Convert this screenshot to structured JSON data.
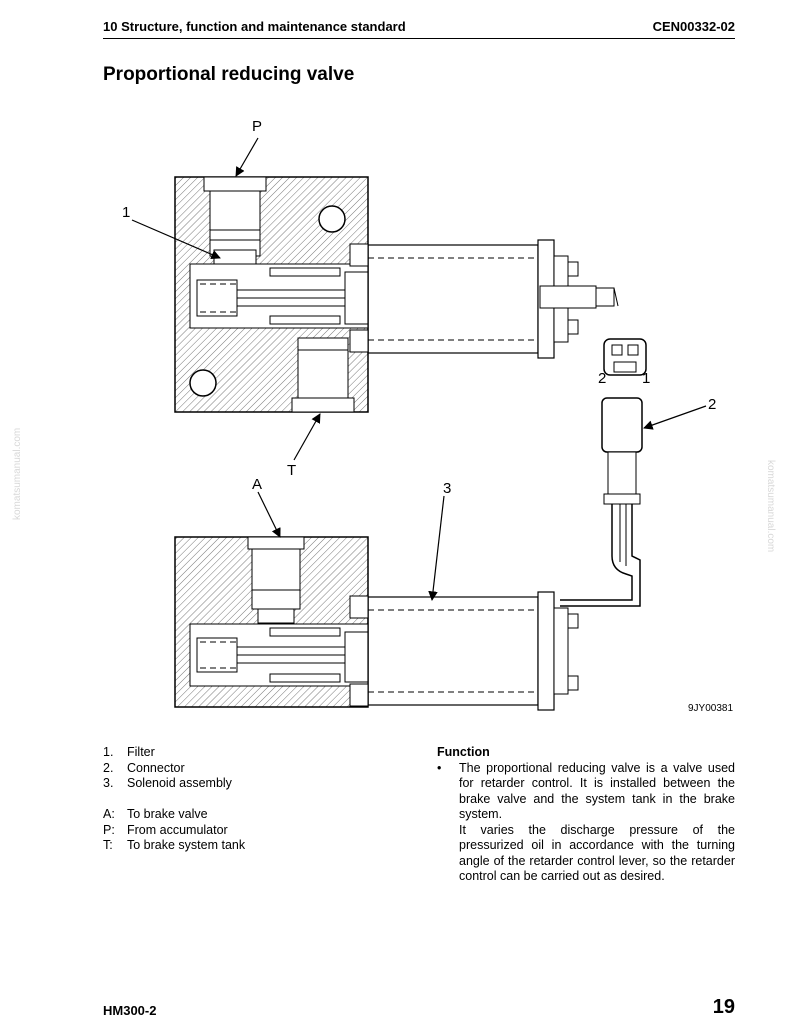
{
  "header": {
    "left": "10 Structure, function and maintenance standard",
    "right": "CEN00332-02"
  },
  "title": "Proportional reducing valve",
  "figure": {
    "code": "9JY00381",
    "callouts": {
      "P": "P",
      "T": "T",
      "A": "A",
      "n1": "1",
      "n2": "2",
      "n3": "3",
      "pin2": "2",
      "pin1": "1"
    }
  },
  "legend": {
    "numbered": [
      {
        "key": "1.",
        "text": "Filter"
      },
      {
        "key": "2.",
        "text": "Connector"
      },
      {
        "key": "3.",
        "text": "Solenoid assembly"
      }
    ],
    "lettered": [
      {
        "key": "A:",
        "text": "To brake valve"
      },
      {
        "key": "P:",
        "text": "From accumulator"
      },
      {
        "key": "T:",
        "text": "To brake system tank"
      }
    ]
  },
  "function": {
    "heading": "Function",
    "bullet": "•",
    "para1": "The proportional reducing valve is a valve used for retarder control. It is installed between the brake valve and the system tank in the brake system.",
    "para2": "It varies the discharge pressure of the pressurized oil in accordance with the turning angle of the retarder control lever, so the retarder control can be carried out as desired."
  },
  "footer": {
    "model": "HM300-2",
    "page": "19"
  },
  "watermark": "komatsumanual.com"
}
